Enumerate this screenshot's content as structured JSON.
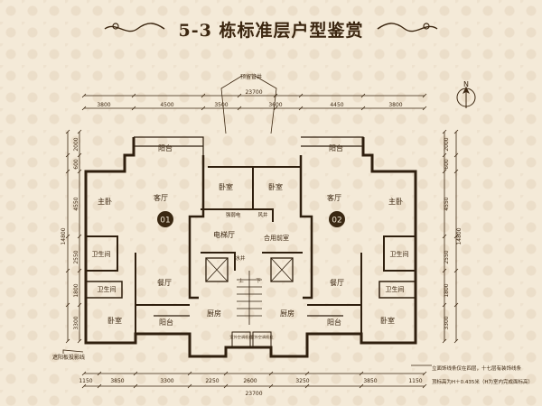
{
  "title": "5-3 栋标准层户型鉴赏",
  "north": "N",
  "callout_top": "预留管井",
  "callout_bottom_left": "遮阳板投影线",
  "notes": [
    "立面饰线条仅在四层，十七层有装饰线条",
    "顶标高为H＋0.435米（H为室内完成面标高）"
  ],
  "units": [
    "01",
    "02"
  ],
  "rooms": {
    "balcony": "阳台",
    "living": "客厅",
    "bedroom": "卧室",
    "master": "主卧",
    "bath": "卫生间",
    "dining": "餐厅",
    "kitchen": "厨房",
    "elevator_hall": "电梯厅",
    "shared_lobby": "合用前室",
    "pipe_well": "强弱电",
    "vent": "风井",
    "water_well": "水井",
    "ac_unit": "室外空调机位",
    "up": "上",
    "down": "下"
  },
  "dims": {
    "top_total": "23700",
    "top": [
      "3800",
      "4500",
      "3500",
      "3600",
      "4450",
      "3800"
    ],
    "bottom_total": "23700",
    "bottom": [
      "1150",
      "3850",
      "3300",
      "2250",
      "2600",
      "3250",
      "3850",
      "1150"
    ],
    "left_total": "14800",
    "left": [
      "2000",
      "600",
      "4550",
      "2550",
      "1800",
      "3300"
    ],
    "right_total": "14800",
    "right": [
      "2000",
      "600",
      "4550",
      "2550",
      "1800",
      "3300"
    ]
  },
  "colors": {
    "line": "#3b2610",
    "wall": "#2f1f0e",
    "text": "#3b2610",
    "background": "#f4ead8",
    "unit_badge": "#3a2812"
  }
}
